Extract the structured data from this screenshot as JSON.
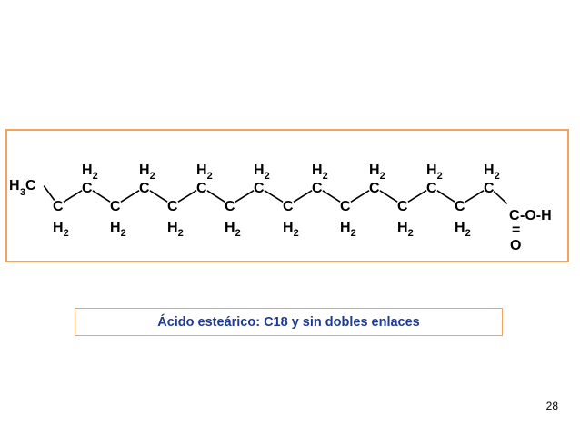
{
  "molecule": {
    "start_group": "H3C",
    "methylene_atom": "C",
    "methylene_h": "H2",
    "carboxyl_carbon": "C",
    "carboxyl_rest": "-O-H",
    "carbonyl_oxygen": "O",
    "carbonyl_bond": "="
  },
  "caption": "Ácido esteárico: C18 y sin dobles enlaces",
  "page_number": "28",
  "colors": {
    "frame_border": "#f3a45a",
    "caption_text": "#1f3a93"
  }
}
